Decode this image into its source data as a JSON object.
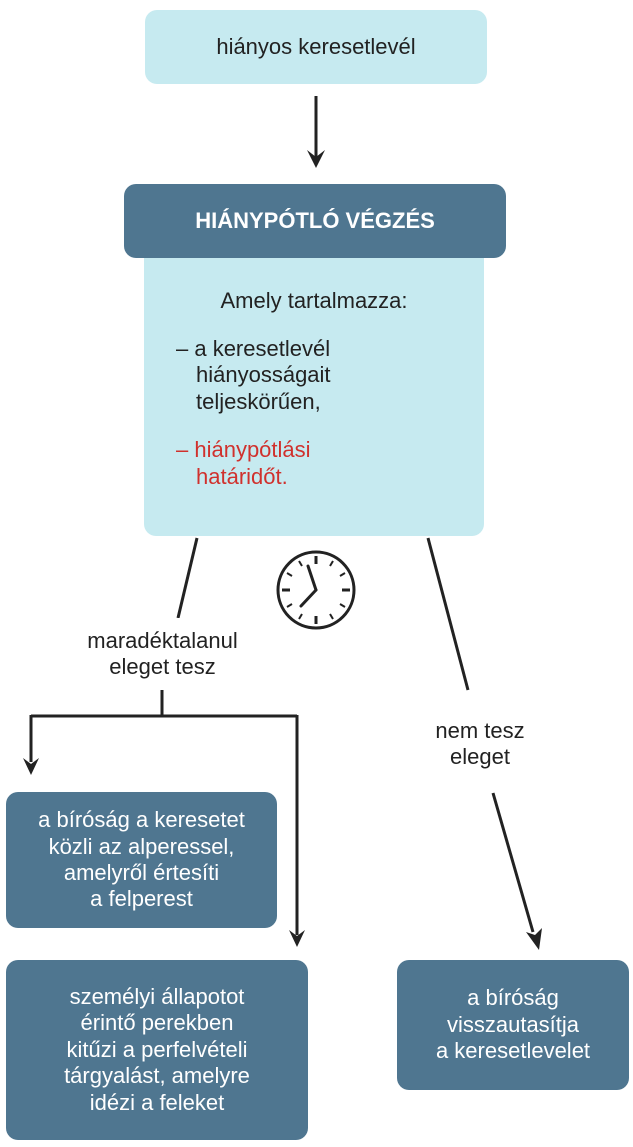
{
  "start_box": {
    "text": "hiányos keresetlevél"
  },
  "order_header": {
    "text": "HIÁNYPÓTLÓ VÉGZÉS"
  },
  "contents": {
    "intro": "Amely tartalmazza:",
    "item1": [
      "– a keresetlevél",
      "hiányosságait",
      "teljeskörűen,"
    ],
    "item2": [
      "– hiánypótlási",
      "határidőt."
    ]
  },
  "left_label": [
    "maradéktalanul",
    "eleget tesz"
  ],
  "right_label": [
    "nem tesz",
    "eleget"
  ],
  "box_notify": [
    "a bíróság a keresetet",
    "közli az alperessel,",
    "amelyről értesíti",
    "a felperest"
  ],
  "box_hearing": [
    "személyi állapotot",
    "érintő perekben",
    "kitűzi a perfelvételi",
    "tárgyalást, amelyre",
    "idézi a feleket"
  ],
  "box_reject": [
    "a bíróság",
    "visszautasítja",
    "a keresetlevelet"
  ],
  "colors": {
    "light_box": "#c6eaf0",
    "dark_box": "#4f7690",
    "highlight_text": "#d0312d",
    "arrow": "#222222"
  }
}
